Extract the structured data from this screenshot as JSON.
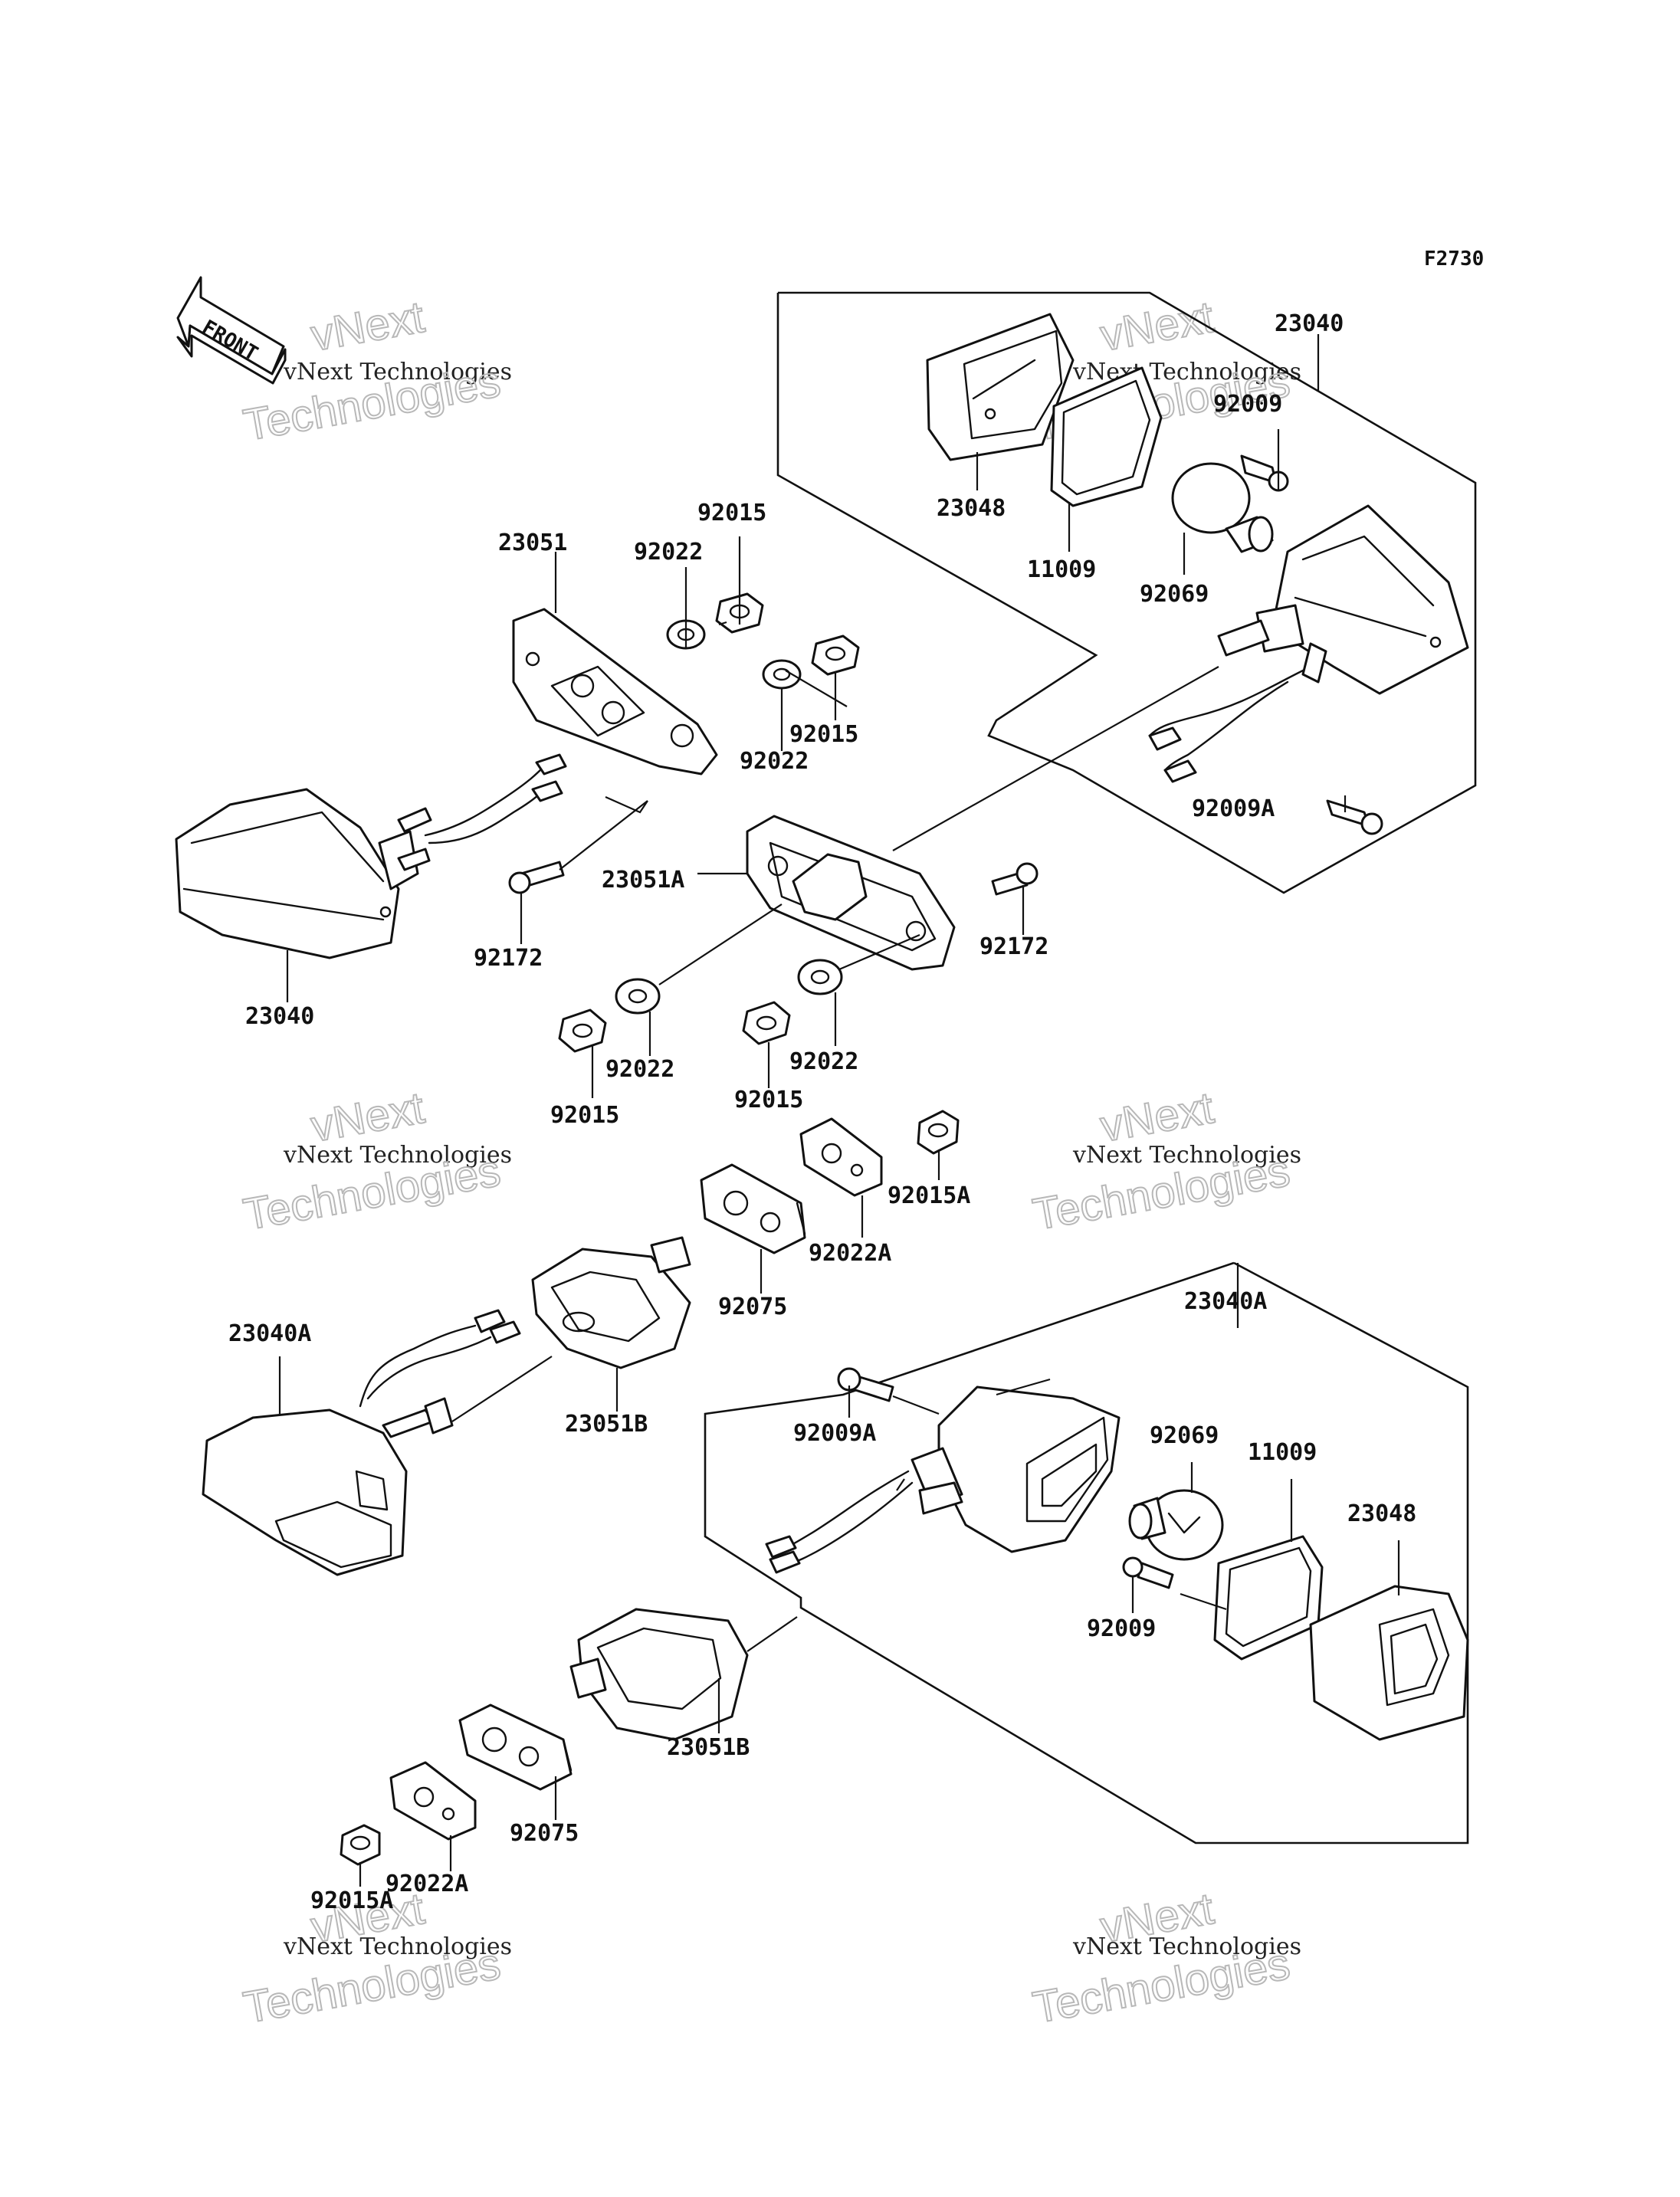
{
  "figure": {
    "code": "F2730"
  },
  "direction_marker": {
    "text": "FRONT",
    "icon": "front-arrow-icon"
  },
  "watermark": {
    "line1": "vNext",
    "line2": "vNext Technologies",
    "line3": "Technologies"
  },
  "parts": [
    {
      "id": "p1",
      "number": "23040"
    },
    {
      "id": "p2",
      "number": "92009"
    },
    {
      "id": "p3",
      "number": "23048"
    },
    {
      "id": "p4",
      "number": "11009"
    },
    {
      "id": "p5",
      "number": "92069"
    },
    {
      "id": "p6",
      "number": "92009A"
    },
    {
      "id": "p7",
      "number": "23051"
    },
    {
      "id": "p8",
      "number": "92022"
    },
    {
      "id": "p9",
      "number": "92015"
    },
    {
      "id": "p10",
      "number": "92015"
    },
    {
      "id": "p11",
      "number": "92022"
    },
    {
      "id": "p12",
      "number": "23040"
    },
    {
      "id": "p13",
      "number": "92172"
    },
    {
      "id": "p14",
      "number": "23051A"
    },
    {
      "id": "p15",
      "number": "92172"
    },
    {
      "id": "p16",
      "number": "92022"
    },
    {
      "id": "p17",
      "number": "92015"
    },
    {
      "id": "p18",
      "number": "92015"
    },
    {
      "id": "p19",
      "number": "92022"
    },
    {
      "id": "p20",
      "number": "92015A"
    },
    {
      "id": "p21",
      "number": "92022A"
    },
    {
      "id": "p22",
      "number": "92075"
    },
    {
      "id": "p23",
      "number": "23051B"
    },
    {
      "id": "p24",
      "number": "23040A"
    },
    {
      "id": "p25",
      "number": "23040A"
    },
    {
      "id": "p26",
      "number": "92009A"
    },
    {
      "id": "p27",
      "number": "92069"
    },
    {
      "id": "p28",
      "number": "11009"
    },
    {
      "id": "p29",
      "number": "23048"
    },
    {
      "id": "p30",
      "number": "92009"
    },
    {
      "id": "p31",
      "number": "23051B"
    },
    {
      "id": "p32",
      "number": "92075"
    },
    {
      "id": "p33",
      "number": "92022A"
    },
    {
      "id": "p34",
      "number": "92015A"
    }
  ]
}
